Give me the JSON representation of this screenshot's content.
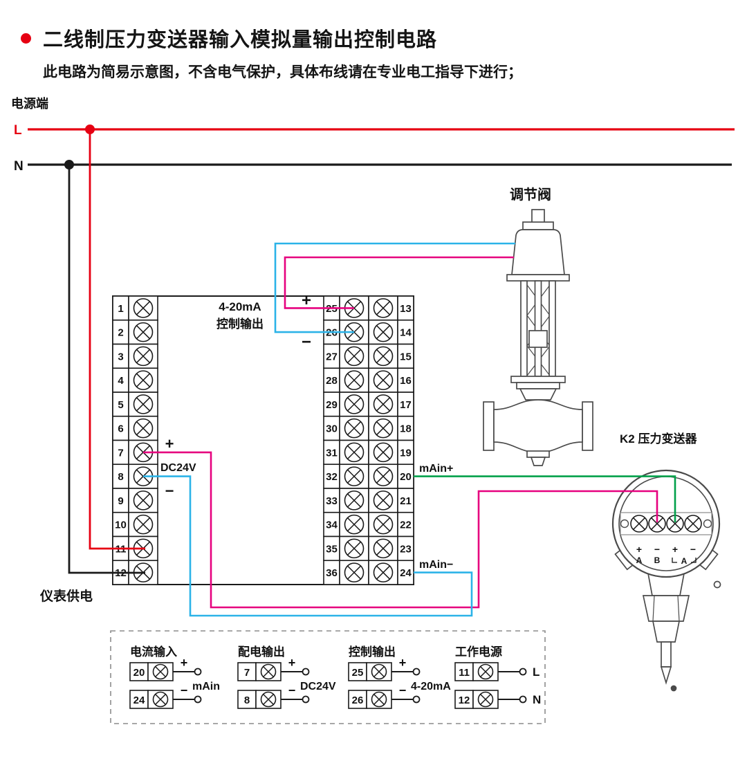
{
  "header": {
    "bullet_color": "#e60012",
    "title": "二线制压力变送器输入模拟量输出控制电路",
    "subtitle": "此电路为简易示意图，不含电气保护，具体布线请在专业电工指导下进行；"
  },
  "power": {
    "section_label": "电源端",
    "live_label": "L",
    "neutral_label": "N"
  },
  "colors": {
    "live_wire": "#e60012",
    "neutral_wire": "#1a1a1a",
    "signal_magenta": "#e6007e",
    "signal_cyan": "#2bb3e8",
    "signal_green": "#00a04a",
    "drawing_gray": "#4a4a4a"
  },
  "instrument": {
    "left_terminals": [
      "1",
      "2",
      "3",
      "4",
      "5",
      "6",
      "7",
      "8",
      "9",
      "10",
      "11",
      "12"
    ],
    "inner_terminals": [
      "25",
      "26",
      "27",
      "28",
      "29",
      "30",
      "31",
      "32",
      "33",
      "34",
      "35",
      "36"
    ],
    "outer_terminals": [
      "13",
      "14",
      "15",
      "16",
      "17",
      "18",
      "19",
      "20",
      "21",
      "22",
      "23",
      "24"
    ],
    "labels": {
      "output_line1": "4-20mA",
      "output_line2": "控制输出",
      "output_plus": "+",
      "output_minus": "−",
      "dc_plus": "+",
      "dc_label": "DC24V",
      "dc_minus": "−",
      "main_plus": "mAin+",
      "main_minus": "mAin−",
      "supply_label": "仪表供电"
    }
  },
  "valve": {
    "label": "调节阀"
  },
  "transmitter": {
    "label": "K2 压力变送器",
    "sign_row": [
      "+",
      "−",
      "+",
      "−"
    ],
    "letter_row": [
      "A",
      "B",
      "A"
    ]
  },
  "legend": {
    "groups": [
      {
        "title": "电流输入",
        "caption": "mAin",
        "sign_at_end": false,
        "rows": [
          {
            "num": "20",
            "sign": "+"
          },
          {
            "num": "24",
            "sign": "−"
          }
        ]
      },
      {
        "title": "配电输出",
        "caption": "DC24V",
        "sign_at_end": false,
        "rows": [
          {
            "num": "7",
            "sign": "+"
          },
          {
            "num": "8",
            "sign": "−"
          }
        ]
      },
      {
        "title": "控制输出",
        "caption": "4-20mA",
        "sign_at_end": false,
        "rows": [
          {
            "num": "25",
            "sign": "+"
          },
          {
            "num": "26",
            "sign": "−"
          }
        ]
      },
      {
        "title": "工作电源",
        "caption": "",
        "sign_at_end": true,
        "rows": [
          {
            "num": "11",
            "sign": "L"
          },
          {
            "num": "12",
            "sign": "N"
          }
        ]
      }
    ]
  }
}
